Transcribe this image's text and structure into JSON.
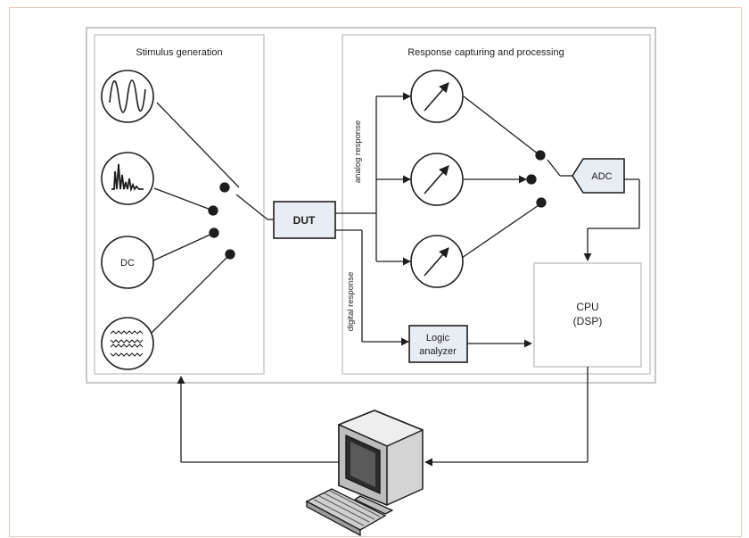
{
  "diagram": {
    "sections": {
      "stimulus_title": "Stimulus generation",
      "response_title": "Response capturing and processing"
    },
    "blocks": {
      "dut": "DUT",
      "adc": "ADC",
      "cpu_line1": "CPU",
      "cpu_line2": "(DSP)",
      "logic_line1": "Logic",
      "logic_line2": "analyzer",
      "dc_source": "DC"
    },
    "signal_labels": {
      "analog": "analog response",
      "digital": "digital response"
    },
    "icons": {
      "sine_source": "sine-wave-icon",
      "pulse_source": "pulse-spectrum-icon",
      "noise_source": "noise-wave-icon",
      "meter": "meter-gauge-icon",
      "computer": "computer-workstation-icon",
      "keyboard": "keyboard-icon"
    },
    "colors": {
      "line": "#1d1d1d",
      "panel_border": "#c8c8c8",
      "block_fill": "#e8edf3",
      "frame_border": "#e2c9bf"
    }
  }
}
